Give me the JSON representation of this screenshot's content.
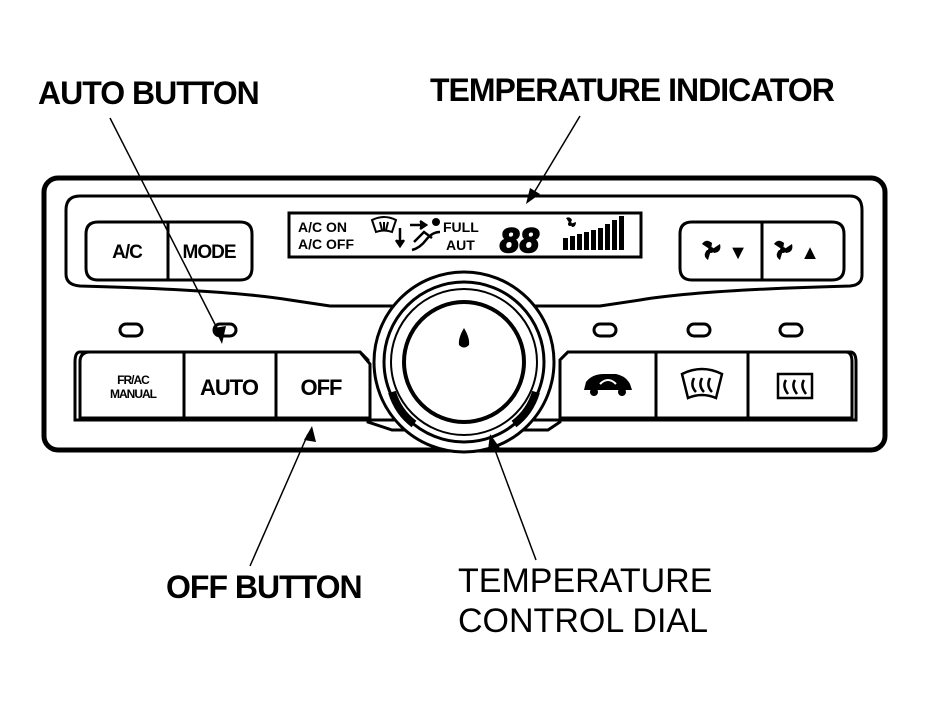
{
  "callouts": {
    "auto_button": "AUTO BUTTON",
    "temperature_indicator": "TEMPERATURE INDICATOR",
    "off_button": "OFF BUTTON",
    "dial_line1": "TEMPERATURE",
    "dial_line2": "CONTROL DIAL"
  },
  "buttons": {
    "ac": "A/C",
    "mode": "MODE",
    "recirc_line1": "FR/AC",
    "recirc_line2": "MANUAL",
    "auto": "AUTO",
    "off": "OFF",
    "fan_down_arrow": "▼",
    "fan_up_arrow": "▲"
  },
  "display": {
    "ac_on": "A/C ON",
    "ac_off": "A/C OFF",
    "full": "FULL",
    "aut": "AUT",
    "temp_digits": "88"
  },
  "icons": {
    "fan_down": "fan-icon",
    "fan_up": "fan-icon",
    "recirculation": "car-recirculation-icon",
    "front_defrost": "front-defrost-icon",
    "rear_defrost": "rear-defrost-icon"
  }
}
